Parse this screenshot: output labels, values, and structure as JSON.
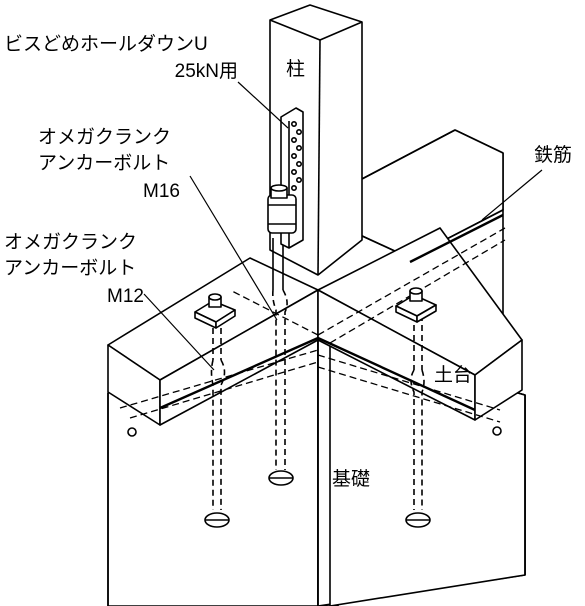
{
  "labels": {
    "hold_down_line1": "ビスどめホールダウンU",
    "hold_down_line2": "25kN用",
    "post": "柱",
    "omega_m16_line1": "オメガクランク",
    "omega_m16_line2": "アンカーボルト",
    "omega_m16_line3": "M16",
    "omega_m12_line1": "オメガクランク",
    "omega_m12_line2": "アンカーボルト",
    "omega_m12_line3": "M12",
    "rebar": "鉄筋",
    "sill": "土台",
    "foundation": "基礎"
  }
}
